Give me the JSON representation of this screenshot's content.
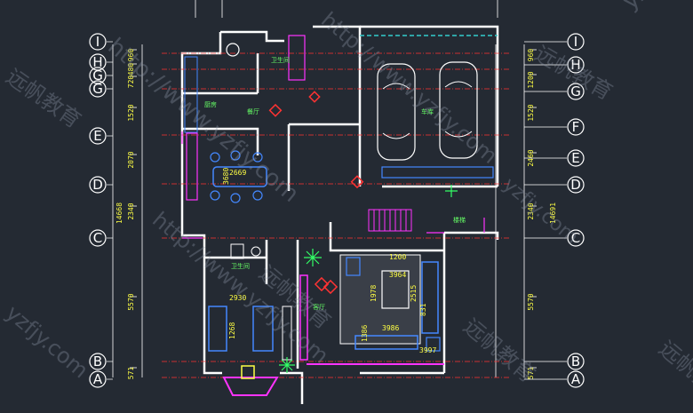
{
  "axes_left": [
    "I",
    "H",
    "G",
    "G",
    "E",
    "D",
    "C",
    "B",
    "A"
  ],
  "axes_right": [
    "I",
    "H",
    "G",
    "F",
    "E",
    "D",
    "C",
    "B",
    "A"
  ],
  "dims_left": [
    "960",
    "480",
    "720",
    "1520",
    "2070",
    "2340",
    "5570",
    "571"
  ],
  "dims_left_total": "14668",
  "dims_right": [
    "960",
    "1200",
    "1520",
    "2460",
    "2340",
    "5570",
    "571"
  ],
  "dims_right_total": "14691",
  "inner_dims": [
    "2669",
    "3680",
    "1200",
    "3964",
    "1978",
    "2515",
    "831",
    "1386",
    "3986",
    "3997",
    "2930",
    "1268"
  ],
  "room_labels": [
    "卫生间",
    "厨房",
    "餐厅",
    "客厅",
    "车库",
    "卫生间",
    "楼梯"
  ],
  "watermarks": [
    "http://www.yzfjy.com",
    "远帆教育",
    "http://www.yzfjy.com",
    "远帆教育",
    "http://www.yzfjy.com",
    "yzfjy.com",
    "远帆教育",
    "yzfjy.com",
    "远帆教育",
    "yzfjy.com",
    "远帆教育"
  ],
  "colors": {
    "background": "#242a33",
    "wall": "#ffffff",
    "grid": "#ff3333",
    "dim": "#ffff44",
    "furniture": "#4488ff",
    "magenta": "#ff33ff",
    "green": "#33ff66",
    "cyan": "#33cccc"
  }
}
